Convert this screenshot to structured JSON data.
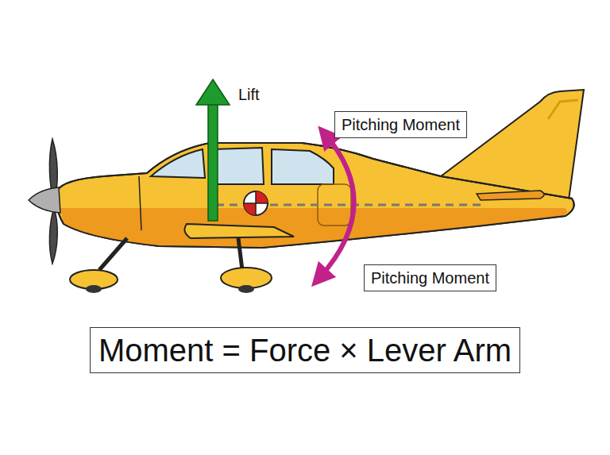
{
  "diagram": {
    "nodes": [
      {
        "text": [
          "Pitching Moment"
        ]
      },
      {
        "text": [
          "Pitching Moment"
        ]
      },
      {
        "text": [
          "Moment = Force × Lever Arm"
        ]
      }
    ],
    "labels": [
      "Lift"
    ]
  }
}
